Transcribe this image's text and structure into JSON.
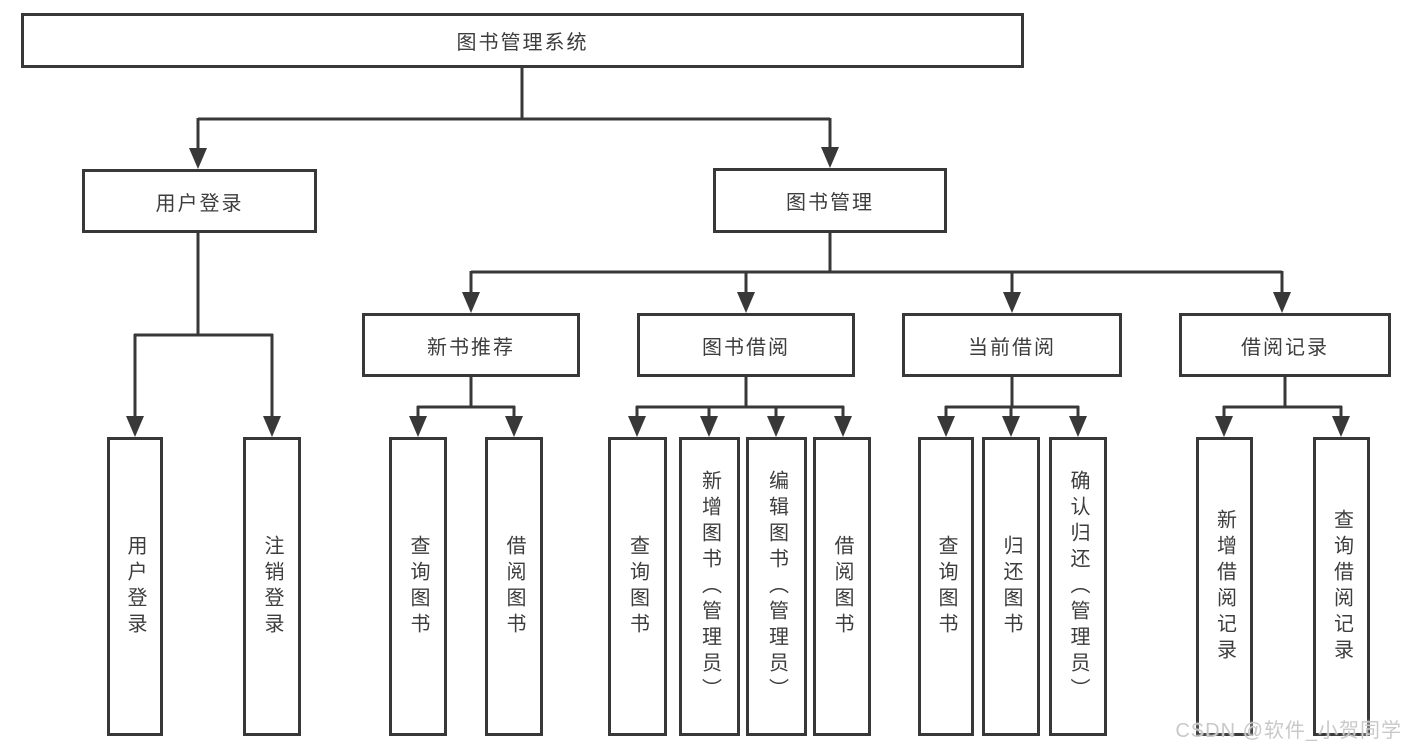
{
  "colors": {
    "line": "#383838",
    "box_border": "#383838",
    "text": "#3d3d3d",
    "watermark": "#c9c9c9",
    "background": "#ffffff"
  },
  "watermark": {
    "text": "CSDN @软件_小贺同学"
  },
  "tree": {
    "label": "图书管理系统",
    "children": [
      {
        "label": "用户登录",
        "children": [
          {
            "label": "用户登录"
          },
          {
            "label": "注销登录"
          }
        ]
      },
      {
        "label": "图书管理",
        "children": [
          {
            "label": "新书推荐",
            "children": [
              {
                "label": "查询图书"
              },
              {
                "label": "借阅图书"
              }
            ]
          },
          {
            "label": "图书借阅",
            "children": [
              {
                "label": "查询图书"
              },
              {
                "label": "新增图书（管理员）"
              },
              {
                "label": "编辑图书（管理员）"
              },
              {
                "label": "借阅图书"
              }
            ]
          },
          {
            "label": "当前借阅",
            "children": [
              {
                "label": "查询图书"
              },
              {
                "label": "归还图书"
              },
              {
                "label": "确认归还（管理员）"
              }
            ]
          },
          {
            "label": "借阅记录",
            "children": [
              {
                "label": "新增借阅记录"
              },
              {
                "label": "查询借阅记录"
              }
            ]
          }
        ]
      }
    ]
  }
}
